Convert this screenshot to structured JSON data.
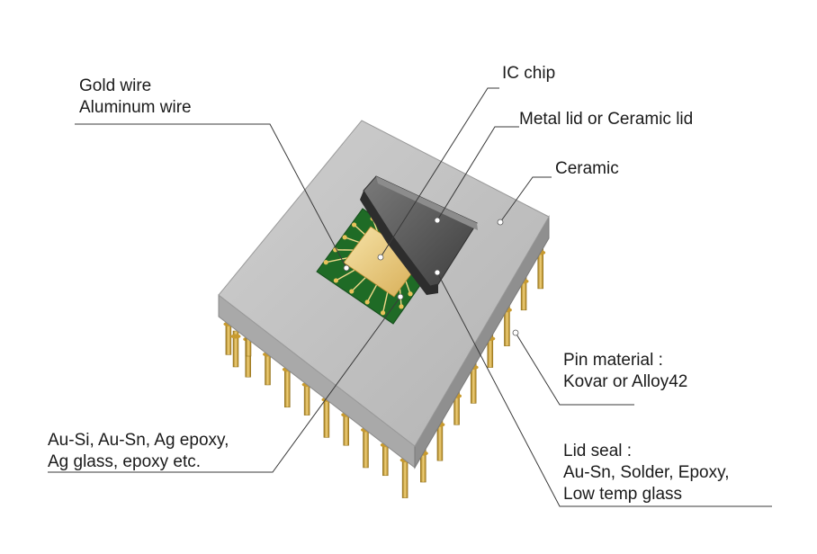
{
  "labels": {
    "gold_wire": "Gold wire",
    "aluminum_wire": "Aluminum wire",
    "ic_chip": "IC chip",
    "lid": "Metal lid or Ceramic lid",
    "ceramic": "Ceramic",
    "pin_material_title": "Pin material :",
    "pin_material_value": "Kovar or Alloy42",
    "die_attach_line1": "Au-Si, Au-Sn, Ag epoxy,",
    "die_attach_line2": "Ag glass, epoxy etc.",
    "lid_seal_title": "Lid seal :",
    "lid_seal_line1": "Au-Sn, Solder, Epoxy,",
    "lid_seal_line2": "Low temp glass"
  },
  "colors": {
    "ceramic_top": "#bdbdbd",
    "ceramic_side": "#9c9c9c",
    "cavity": "#1f6b26",
    "die": "#e9c77a",
    "lid": "#555555",
    "pin": "#d2a838"
  }
}
